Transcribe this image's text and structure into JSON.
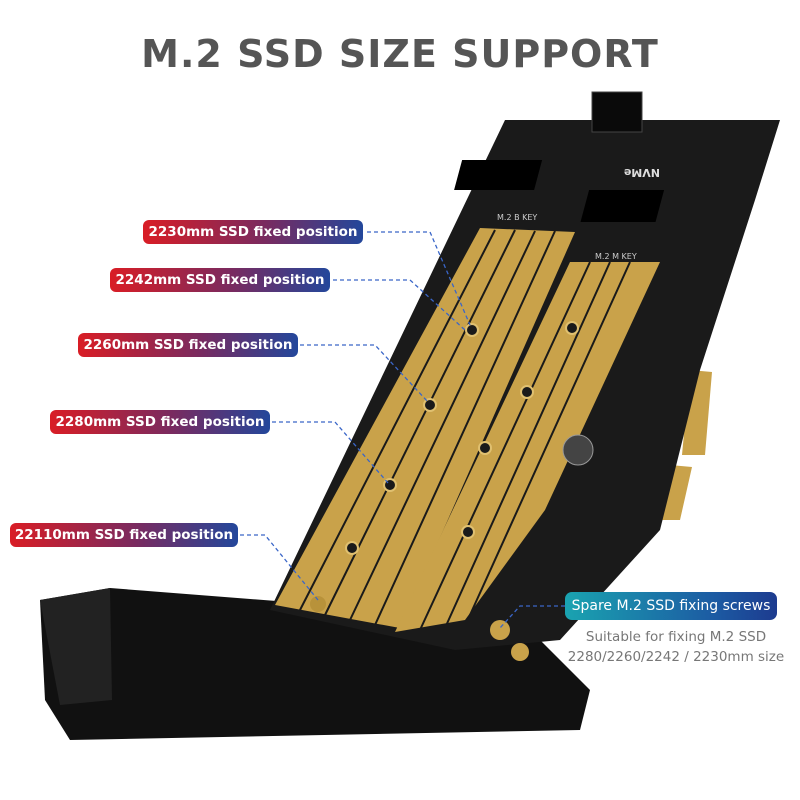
{
  "title": "M.2 SSD SIZE SUPPORT",
  "labels": [
    "2230mm SSD fixed position",
    "2242mm SSD fixed position",
    "2260mm SSD fixed position",
    "2280mm SSD fixed position",
    "22110mm SSD fixed position"
  ],
  "spare": {
    "label": "Spare M.2 SSD fixing screws",
    "note_line1": "Suitable for fixing M.2 SSD",
    "note_line2": "2280/2260/2242 / 2230mm size"
  },
  "board_markings": {
    "nvme": "NVMe",
    "bkey": "M.2 B KEY",
    "mkey": "M.2 M KEY"
  },
  "colors": {
    "pill_start": "#d91d25",
    "pill_end": "#23479b",
    "spare_start": "#1aa3b0",
    "spare_end": "#1d3b8f",
    "board": "#1a1a1a",
    "gold": "#c9a24a"
  }
}
